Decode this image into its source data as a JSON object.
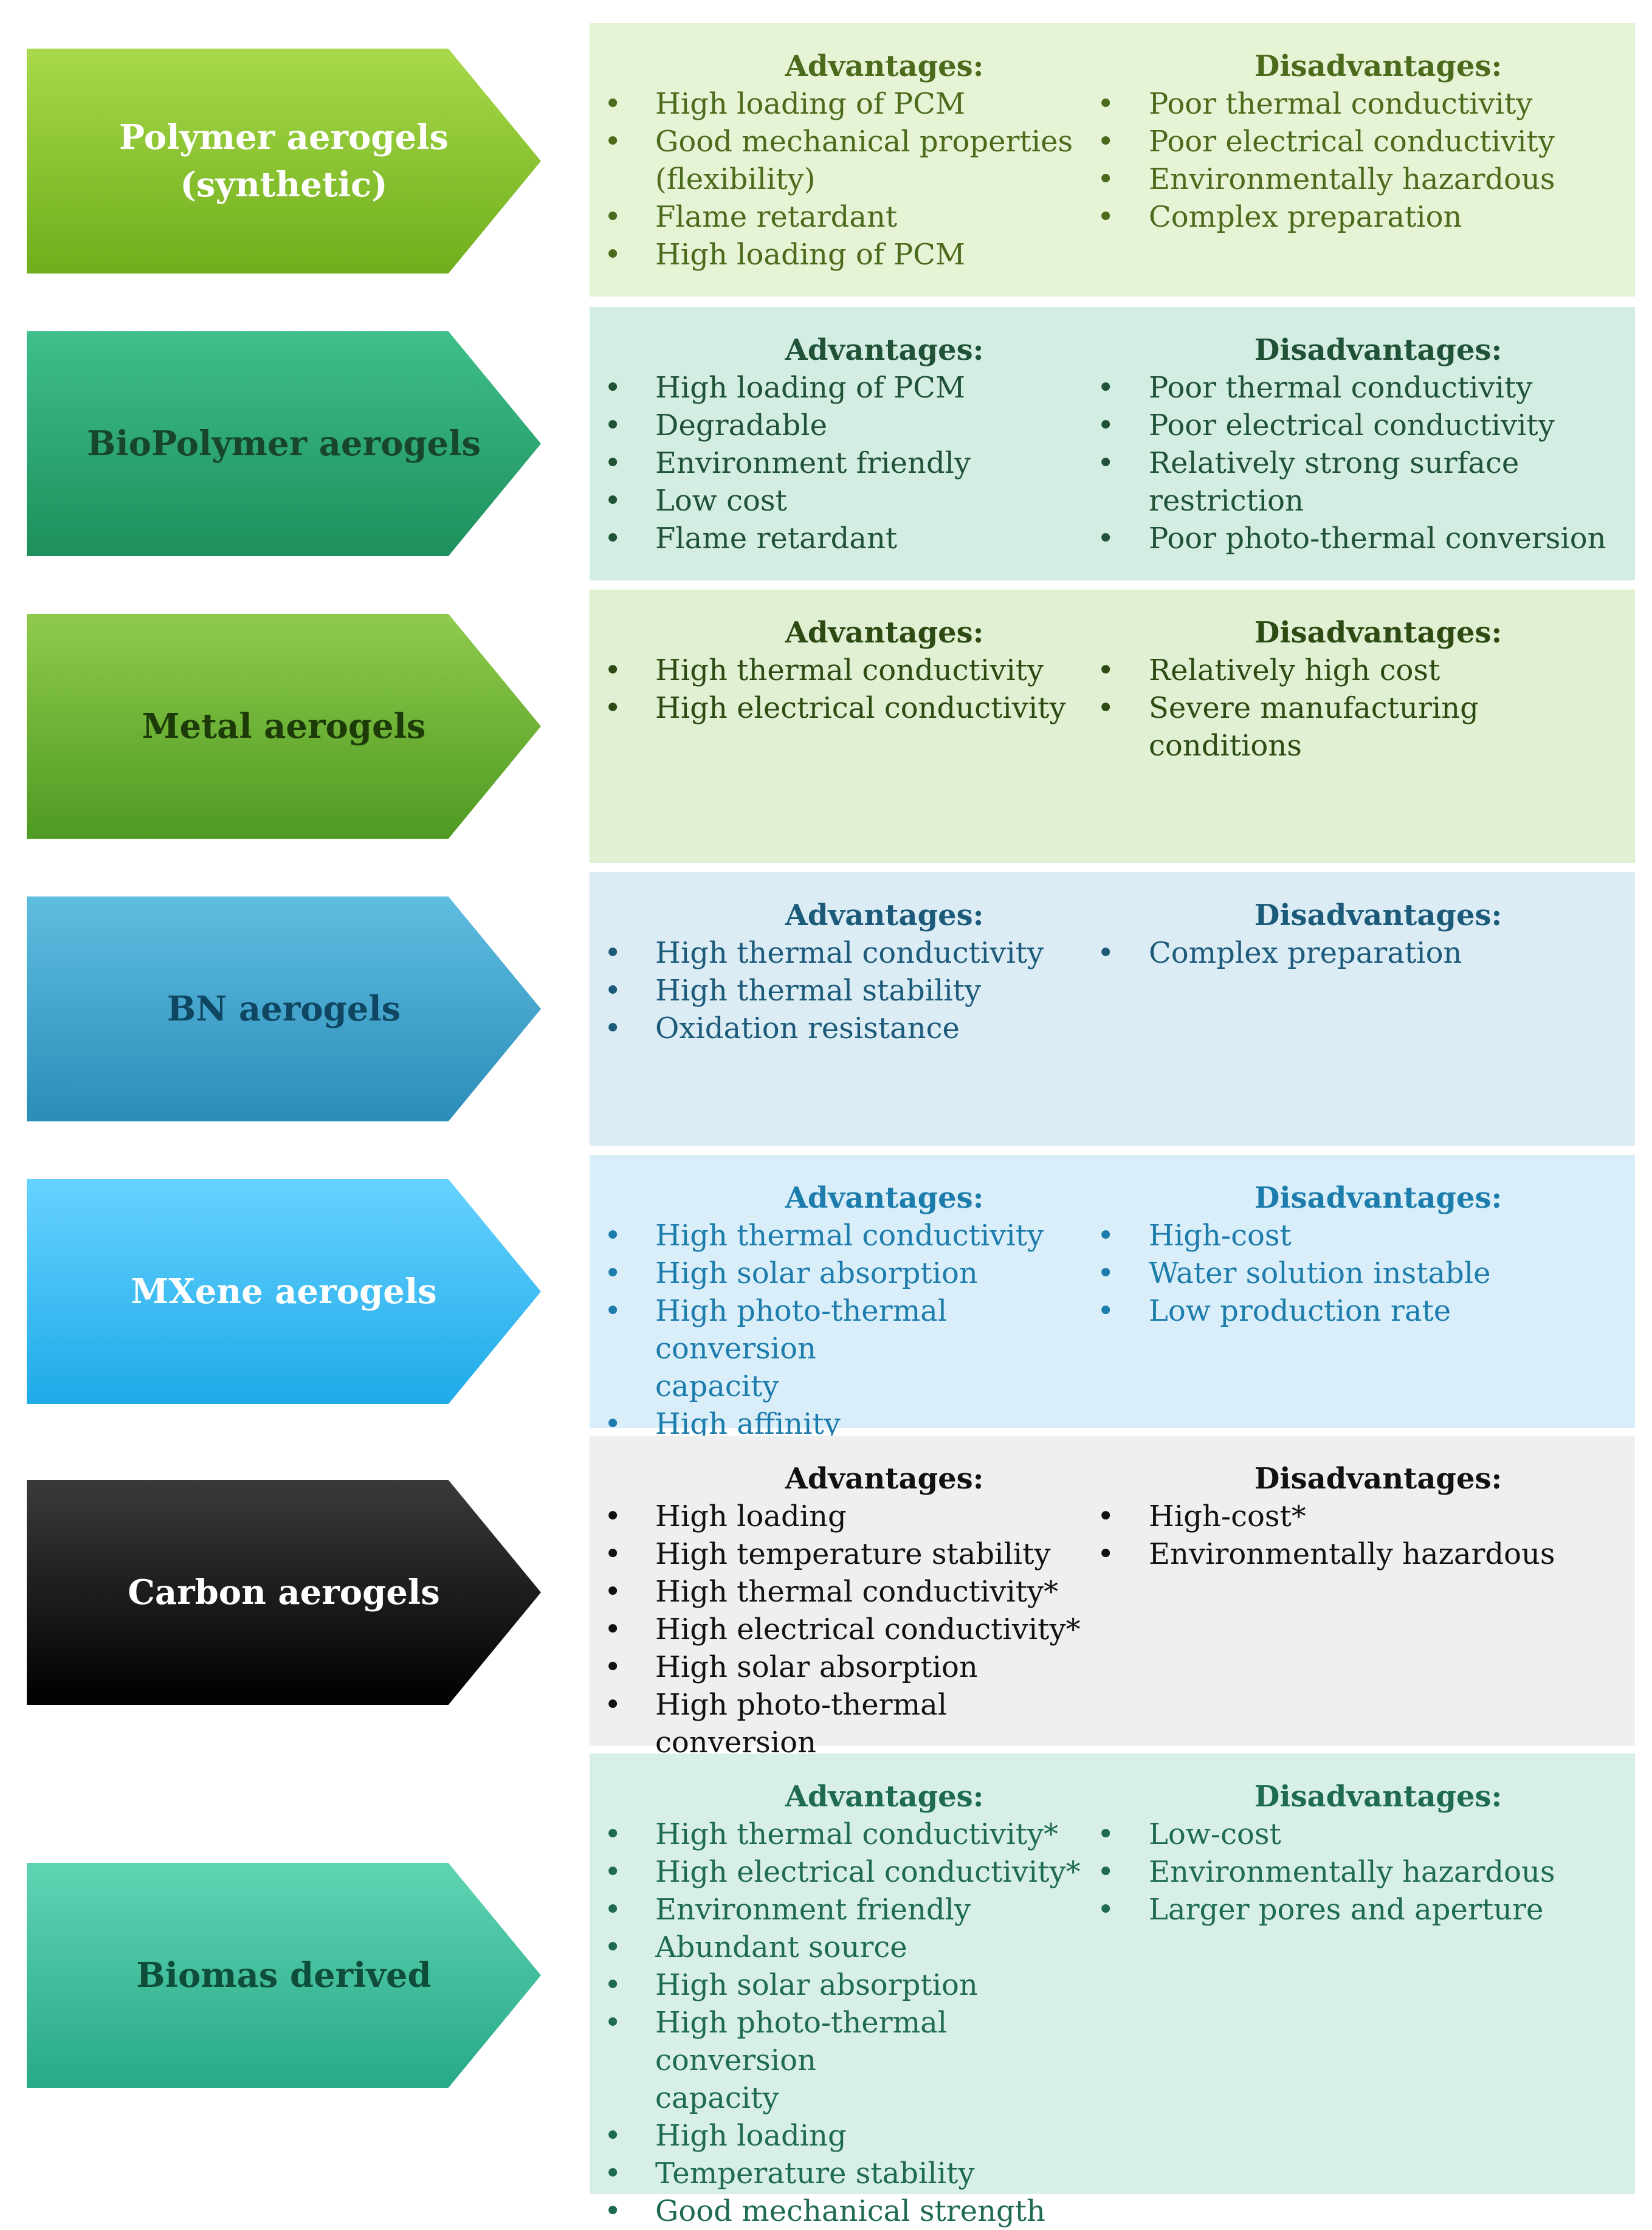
{
  "colors": {
    "polymer": {
      "arrow": [
        "#a8d94a",
        "#6fae1c"
      ],
      "label": "#ffffff",
      "panel": "#e6f3d4",
      "text": "#4b6a1c"
    },
    "biopolymer": {
      "arrow": [
        "#3fbf8b",
        "#1d8f5c"
      ],
      "label": "#17462c",
      "panel": "#d4ede2",
      "text": "#1f5236"
    },
    "metal": {
      "arrow": [
        "#8fcb4c",
        "#4e9a22"
      ],
      "label": "#1c3b08",
      "panel": "#e1f0d2",
      "text": "#2c4a12"
    },
    "bn": {
      "arrow": [
        "#5fbde0",
        "#2b8db8"
      ],
      "label": "#0f4763",
      "panel": "#dbecf5",
      "text": "#1c5a7a"
    },
    "mxene": {
      "arrow": [
        "#66d2ff",
        "#1faae8"
      ],
      "label": "#ffffff",
      "panel": "#d9eef9",
      "text": "#1c7cac"
    },
    "carbon": {
      "arrow": [
        "#3a3a3a",
        "#000000"
      ],
      "label": "#ffffff",
      "panel": "#efefef",
      "text": "#111111"
    },
    "biomass": {
      "arrow": [
        "#5fd4b3",
        "#28a988"
      ],
      "label": "#0f4d3b",
      "panel": "#d7efe7",
      "text": "#1e6a52"
    }
  },
  "rows": [
    {
      "name": "Polymer aerogels\n(synthetic)",
      "advantages_title": "Advantages:",
      "advantages": [
        "High loading of PCM",
        "Good mechanical properties\n(flexibility)",
        "Flame retardant",
        "High loading of PCM"
      ],
      "disadvantages_title": "Disadvantages:",
      "disadvantages": [
        "Poor thermal conductivity",
        "Poor electrical conductivity",
        "Environmentally hazardous",
        "Complex preparation"
      ]
    },
    {
      "name": "BioPolymer aerogels",
      "advantages_title": "Advantages:",
      "advantages": [
        "High loading of PCM",
        "Degradable",
        "Environment friendly",
        "Low cost",
        "Flame retardant"
      ],
      "disadvantages_title": "Disadvantages:",
      "disadvantages": [
        "Poor thermal conductivity",
        "Poor electrical conductivity",
        "Relatively strong surface\nrestriction",
        "Poor photo-thermal conversion"
      ]
    },
    {
      "name": "Metal aerogels",
      "advantages_title": "Advantages:",
      "advantages": [
        "High thermal conductivity",
        "High electrical conductivity"
      ],
      "disadvantages_title": "Disadvantages:",
      "disadvantages": [
        "Relatively high cost",
        "Severe manufacturing\nconditions"
      ]
    },
    {
      "name": "BN aerogels",
      "advantages_title": "Advantages:",
      "advantages": [
        "High thermal conductivity",
        "High thermal stability",
        "Oxidation resistance"
      ],
      "disadvantages_title": "Disadvantages:",
      "disadvantages": [
        "Complex preparation"
      ]
    },
    {
      "name": "MXene aerogels",
      "advantages_title": "Advantages:",
      "advantages": [
        "High thermal conductivity",
        "High solar absorption",
        "High photo-thermal conversion\ncapacity",
        "High affinity"
      ],
      "disadvantages_title": "Disadvantages:",
      "disadvantages": [
        "High-cost",
        "Water solution instable",
        "Low production rate"
      ]
    },
    {
      "name": "Carbon aerogels",
      "advantages_title": "Advantages:",
      "advantages": [
        "High loading",
        "High temperature stability",
        "High thermal conductivity*",
        "High electrical conductivity*",
        "High solar absorption",
        "High photo-thermal conversion"
      ],
      "disadvantages_title": "Disadvantages:",
      "disadvantages": [
        "High-cost*",
        "Environmentally hazardous"
      ]
    },
    {
      "name": "Biomas derived",
      "advantages_title": "Advantages:",
      "advantages": [
        "High thermal conductivity*",
        "High electrical conductivity*",
        "Environment friendly",
        "Abundant source",
        "High solar absorption",
        "High photo-thermal conversion\ncapacity",
        "High loading",
        "Temperature stability",
        " Good mechanical strength"
      ],
      "disadvantages_title": "Disadvantages:",
      "disadvantages": [
        "Low-cost",
        "Environmentally hazardous",
        "Larger pores and aperture"
      ]
    }
  ]
}
